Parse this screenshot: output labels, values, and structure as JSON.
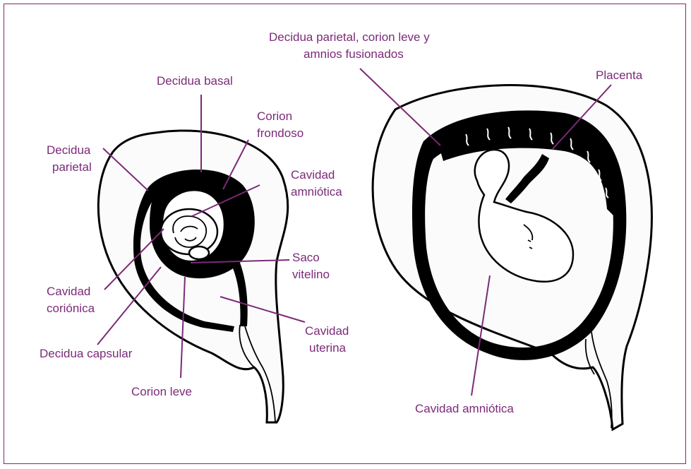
{
  "labels": {
    "decidua_basal": "Decidua basal",
    "corion_frondoso_1": "Corion",
    "corion_frondoso_2": "frondoso",
    "decidua_parietal_1": "Decidua",
    "decidua_parietal_2": "parietal",
    "cavidad_amniotica_left_1": "Cavidad",
    "cavidad_amniotica_left_2": "amniótica",
    "saco_vitelino_1": "Saco",
    "saco_vitelino_2": "vitelino",
    "cavidad_corionica_1": "Cavidad",
    "cavidad_corionica_2": "coriónica",
    "cavidad_uterina_1": "Cavidad",
    "cavidad_uterina_2": "uterina",
    "decidua_capsular": "Decidua capsular",
    "corion_leve": "Corion leve",
    "fusion_1": "Decidua parietal, corion leve y",
    "fusion_2": "amnios fusionados",
    "placenta": "Placenta",
    "cavidad_amniotica_right": "Cavidad amniótica"
  },
  "colors": {
    "label": "#7b2a78",
    "frame": "#7a2d74",
    "ink": "#000000"
  }
}
